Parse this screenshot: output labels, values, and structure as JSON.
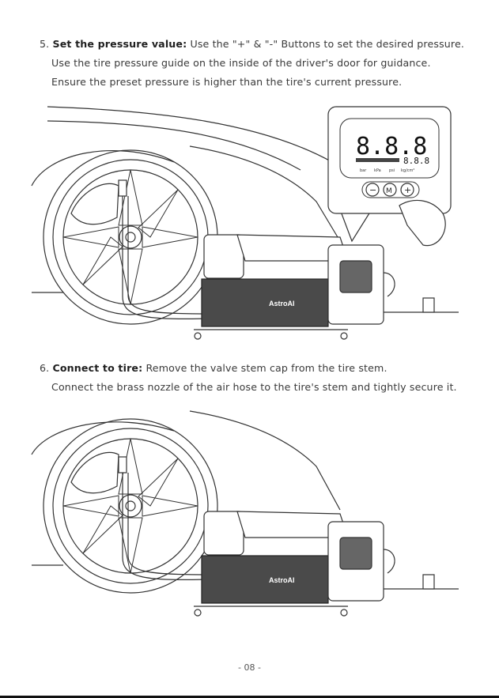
{
  "steps": [
    {
      "number": "5.",
      "heading": "Set the pressure value:",
      "lines": [
        "Use the \"+\" & \"-\" Buttons to set the desired pressure.",
        "Use the tire pressure guide on the inside of the driver's door for guidance.",
        "Ensure the preset pressure is higher than the tire's current pressure."
      ]
    },
    {
      "number": "6.",
      "heading": "Connect to tire:",
      "lines": [
        "Remove the valve stem cap from the tire stem.",
        "Connect the brass nozzle of the air hose to the tire's stem and tightly secure it."
      ]
    }
  ],
  "display": {
    "main_digits": "8.8.8",
    "small_digits": "8.8.8",
    "units": [
      "bar",
      "kPa",
      "psi",
      "kg/cm²"
    ],
    "buttons": [
      "−",
      "M",
      "+"
    ]
  },
  "brand": "AstroAI",
  "page_number": "- 08 -"
}
